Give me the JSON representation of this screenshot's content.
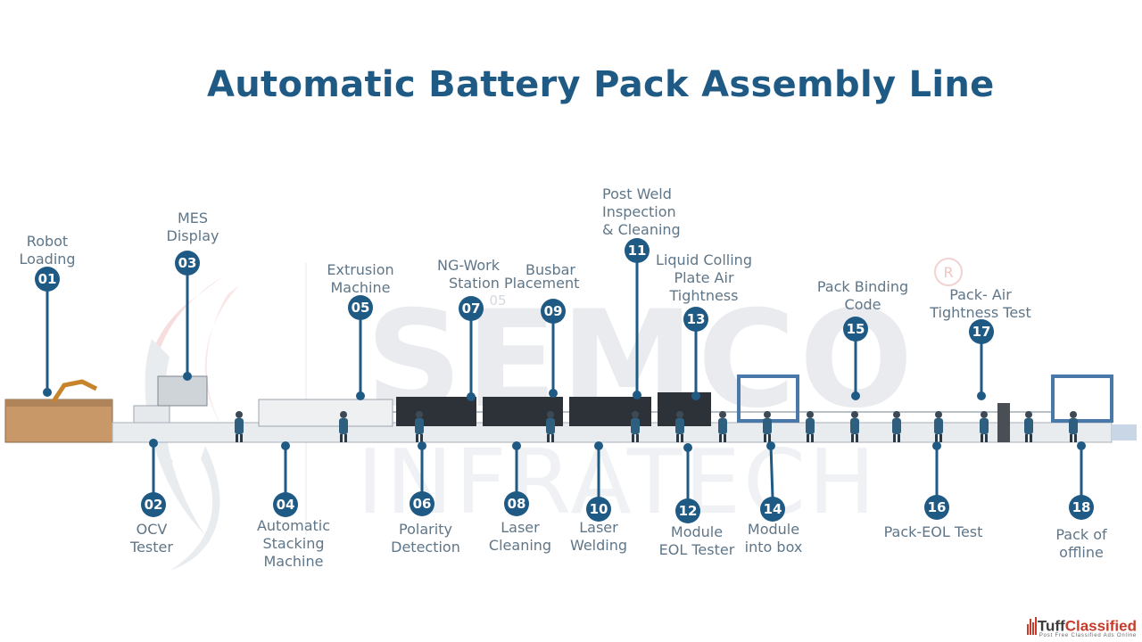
{
  "title": "Automatic Battery Pack Assembly Line",
  "watermark": {
    "word1": "SEMCO",
    "word2": "INFRATECH",
    "registered": "R"
  },
  "colors": {
    "title": "#1f5a85",
    "marker": "#1f5a85",
    "label": "#5f7688",
    "brand_red": "#c83a2a"
  },
  "steps": [
    {
      "num": "01",
      "label_lines": [
        "Robot",
        "Loading"
      ]
    },
    {
      "num": "02",
      "label_lines": [
        "OCV",
        "Tester"
      ]
    },
    {
      "num": "03",
      "label_lines": [
        "MES",
        "Display"
      ]
    },
    {
      "num": "04",
      "label_lines": [
        "Automatic",
        "Stacking",
        "Machine"
      ]
    },
    {
      "num": "05",
      "label_lines": [
        "Extrusion",
        "Machine"
      ]
    },
    {
      "num": "06",
      "label_lines": [
        "Polarity",
        "Detection"
      ]
    },
    {
      "num": "07",
      "label_lines": [
        "NG-Work",
        "Station Placement"
      ]
    },
    {
      "num": "08",
      "label_lines": [
        "Laser",
        "Cleaning"
      ]
    },
    {
      "num": "09",
      "label_lines": [
        "Busbar"
      ]
    },
    {
      "num": "10",
      "label_lines": [
        "Laser",
        "Welding"
      ]
    },
    {
      "num": "11",
      "label_lines": [
        "Post    Weld",
        "Inspection",
        "& Cleaning"
      ]
    },
    {
      "num": "12",
      "label_lines": [
        "Module",
        "EOL Tester"
      ]
    },
    {
      "num": "13",
      "label_lines": [
        "Liquid Colling",
        "Plate Air",
        "Tightness"
      ]
    },
    {
      "num": "14",
      "label_lines": [
        "Module",
        "into box"
      ]
    },
    {
      "num": "15",
      "label_lines": [
        "Pack Binding",
        "Code"
      ]
    },
    {
      "num": "16",
      "label_lines": [
        "Pack-EOL Test"
      ]
    },
    {
      "num": "17",
      "label_lines": [
        "Pack- Air",
        "Tightness Test"
      ]
    },
    {
      "num": "18",
      "label_lines": [
        "Pack of",
        "offline"
      ]
    }
  ],
  "stray_label": "05",
  "brand": {
    "name_part1": "Tuff",
    "name_part2": "Classified",
    "tagline": "Post Free Classified Ads Online"
  }
}
